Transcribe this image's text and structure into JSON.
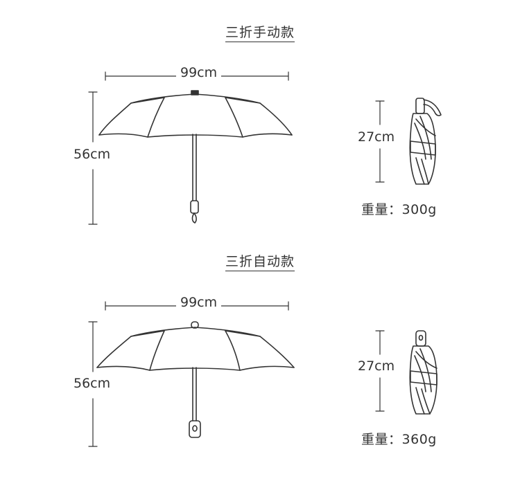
{
  "sections": [
    {
      "title": "三折手动款",
      "open_width": "99cm",
      "open_height": "56cm",
      "folded_length": "27cm",
      "weight_label": "重量：",
      "weight_value": "300g"
    },
    {
      "title": "三折自动款",
      "open_width": "99cm",
      "open_height": "56cm",
      "folded_length": "27cm",
      "weight_label": "重量：",
      "weight_value": "360g"
    }
  ],
  "colors": {
    "line": "#333333",
    "background": "#ffffff"
  }
}
